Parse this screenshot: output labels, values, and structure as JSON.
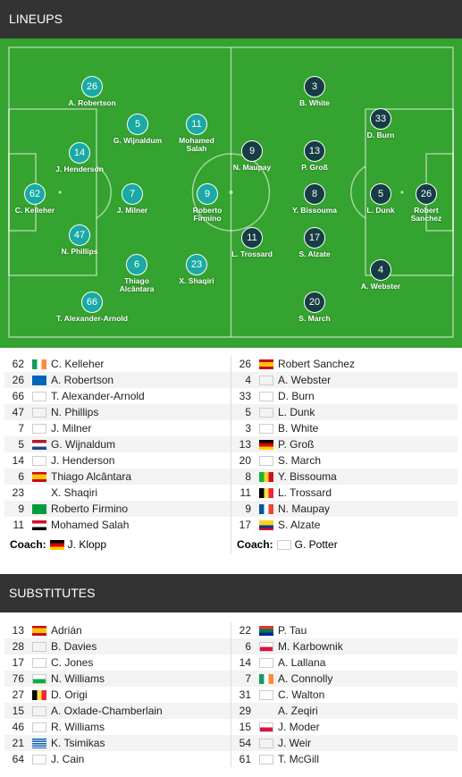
{
  "lineups": {
    "title": "LINEUPS",
    "home_pitch": [
      {
        "no": "26",
        "name": "A. Robertson"
      },
      {
        "no": "5",
        "name": "G. Wijnaldum"
      },
      {
        "no": "11",
        "name": "Mohamed Salah"
      },
      {
        "no": "14",
        "name": "J. Henderson"
      },
      {
        "no": "62",
        "name": "C. Kelleher"
      },
      {
        "no": "7",
        "name": "J. Milner"
      },
      {
        "no": "9",
        "name": "Roberto Firmino"
      },
      {
        "no": "47",
        "name": "N. Phillips"
      },
      {
        "no": "6",
        "name": "Thiago Alcântara"
      },
      {
        "no": "23",
        "name": "X. Shaqiri"
      },
      {
        "no": "66",
        "name": "T. Alexander-Arnold"
      }
    ],
    "away_pitch": [
      {
        "no": "3",
        "name": "B. White"
      },
      {
        "no": "33",
        "name": "D. Burn"
      },
      {
        "no": "9",
        "name": "N. Maupay"
      },
      {
        "no": "13",
        "name": "P. Groß"
      },
      {
        "no": "8",
        "name": "Y. Bissouma"
      },
      {
        "no": "5",
        "name": "L. Dunk"
      },
      {
        "no": "26",
        "name": "Robert Sanchez"
      },
      {
        "no": "11",
        "name": "L. Trossard"
      },
      {
        "no": "17",
        "name": "S. Alzate"
      },
      {
        "no": "4",
        "name": "A. Webster"
      },
      {
        "no": "20",
        "name": "S. March"
      }
    ],
    "home_list": [
      {
        "no": "62",
        "flag": "ireland",
        "name": "C. Kelleher"
      },
      {
        "no": "26",
        "flag": "scotland",
        "name": "A. Robertson"
      },
      {
        "no": "66",
        "flag": "england",
        "name": "T. Alexander-Arnold"
      },
      {
        "no": "47",
        "flag": "england",
        "name": "N. Phillips"
      },
      {
        "no": "7",
        "flag": "england",
        "name": "J. Milner"
      },
      {
        "no": "5",
        "flag": "netherlands",
        "name": "G. Wijnaldum"
      },
      {
        "no": "14",
        "flag": "england",
        "name": "J. Henderson"
      },
      {
        "no": "6",
        "flag": "spain",
        "name": "Thiago Alcântara"
      },
      {
        "no": "23",
        "flag": "switzerland",
        "name": "X. Shaqiri"
      },
      {
        "no": "9",
        "flag": "brazil",
        "name": "Roberto Firmino"
      },
      {
        "no": "11",
        "flag": "egypt",
        "name": "Mohamed Salah"
      }
    ],
    "away_list": [
      {
        "no": "26",
        "flag": "spain",
        "name": "Robert Sanchez"
      },
      {
        "no": "4",
        "flag": "england",
        "name": "A. Webster"
      },
      {
        "no": "33",
        "flag": "england",
        "name": "D. Burn"
      },
      {
        "no": "5",
        "flag": "england",
        "name": "L. Dunk"
      },
      {
        "no": "3",
        "flag": "england",
        "name": "B. White"
      },
      {
        "no": "13",
        "flag": "germany",
        "name": "P. Groß"
      },
      {
        "no": "20",
        "flag": "england",
        "name": "S. March"
      },
      {
        "no": "8",
        "flag": "mali",
        "name": "Y. Bissouma"
      },
      {
        "no": "11",
        "flag": "belgium",
        "name": "L. Trossard"
      },
      {
        "no": "9",
        "flag": "france",
        "name": "N. Maupay"
      },
      {
        "no": "17",
        "flag": "colombia",
        "name": "S. Alzate"
      }
    ],
    "coach_label": "Coach:",
    "home_coach": {
      "flag": "germany",
      "name": "J. Klopp"
    },
    "away_coach": {
      "flag": "england",
      "name": "G. Potter"
    }
  },
  "substitutes": {
    "title": "SUBSTITUTES",
    "home": [
      {
        "no": "13",
        "flag": "spain",
        "name": "Adrián"
      },
      {
        "no": "28",
        "flag": "england",
        "name": "B. Davies"
      },
      {
        "no": "17",
        "flag": "england",
        "name": "C. Jones"
      },
      {
        "no": "76",
        "flag": "wales",
        "name": "N. Williams"
      },
      {
        "no": "27",
        "flag": "belgium",
        "name": "D. Origi"
      },
      {
        "no": "15",
        "flag": "england",
        "name": "A. Oxlade-Chamberlain"
      },
      {
        "no": "46",
        "flag": "england",
        "name": "R. Williams"
      },
      {
        "no": "21",
        "flag": "greece",
        "name": "K. Tsimikas"
      },
      {
        "no": "64",
        "flag": "england",
        "name": "J. Cain"
      }
    ],
    "away": [
      {
        "no": "22",
        "flag": "south-africa",
        "name": "P. Tau"
      },
      {
        "no": "6",
        "flag": "poland",
        "name": "M. Karbownik"
      },
      {
        "no": "14",
        "flag": "england",
        "name": "A. Lallana"
      },
      {
        "no": "7",
        "flag": "ireland",
        "name": "A. Connolly"
      },
      {
        "no": "31",
        "flag": "england",
        "name": "C. Walton"
      },
      {
        "no": "29",
        "flag": "switzerland",
        "name": "A. Zeqiri"
      },
      {
        "no": "15",
        "flag": "poland",
        "name": "J. Moder"
      },
      {
        "no": "54",
        "flag": "england",
        "name": "J. Weir"
      },
      {
        "no": "61",
        "flag": "england",
        "name": "T. McGill"
      }
    ]
  }
}
